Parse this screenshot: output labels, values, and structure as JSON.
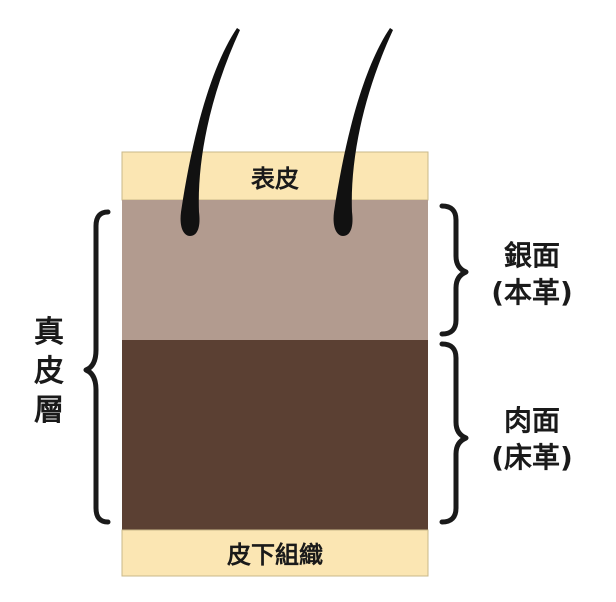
{
  "layers": {
    "epidermis": {
      "label": "表皮",
      "color": "#fbe6b3"
    },
    "grain": {
      "color": "#b29b8f"
    },
    "flesh": {
      "color": "#5b4033"
    },
    "subcutaneous": {
      "label": "皮下組織",
      "color": "#fbe6b3"
    }
  },
  "annotations": {
    "dermis": {
      "label_lines": [
        "真",
        "皮",
        "層"
      ]
    },
    "grain_side": {
      "label_lines": [
        "銀面",
        "(本革)"
      ]
    },
    "flesh_side": {
      "label_lines": [
        "肉面",
        "(床革)"
      ]
    }
  },
  "hairs": {
    "count": 2,
    "color": "#111111"
  }
}
